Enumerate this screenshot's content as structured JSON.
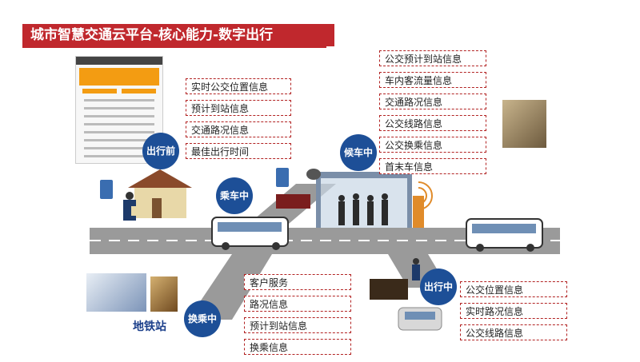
{
  "title": "城市智慧交通云平台-核心能力-数字出行",
  "stages": {
    "before_trip": "出行前",
    "boarding": "乘车中",
    "waiting": "候车中",
    "transfer": "换乘中",
    "travelling": "出行中"
  },
  "metro_label": "地铁站",
  "boxes": {
    "before_trip": [
      "实时公交位置信息",
      "预计到站信息",
      "交通路况信息",
      "最佳出行时间"
    ],
    "waiting": [
      "公交预计到站信息",
      "车内客流量信息",
      "交通路况信息",
      "公交线路信息",
      "公交换乘信息",
      "首末车信息"
    ],
    "transfer": [
      "客户服务",
      "路况信息",
      "预计到站信息",
      "换乘信息"
    ],
    "travelling": [
      "公交位置信息",
      "实时路况信息",
      "公交线路信息"
    ]
  },
  "colors": {
    "banner": "#c0282d",
    "stage": "#1d4f97",
    "road": "#9a9a9a",
    "dash": "#b22222"
  }
}
